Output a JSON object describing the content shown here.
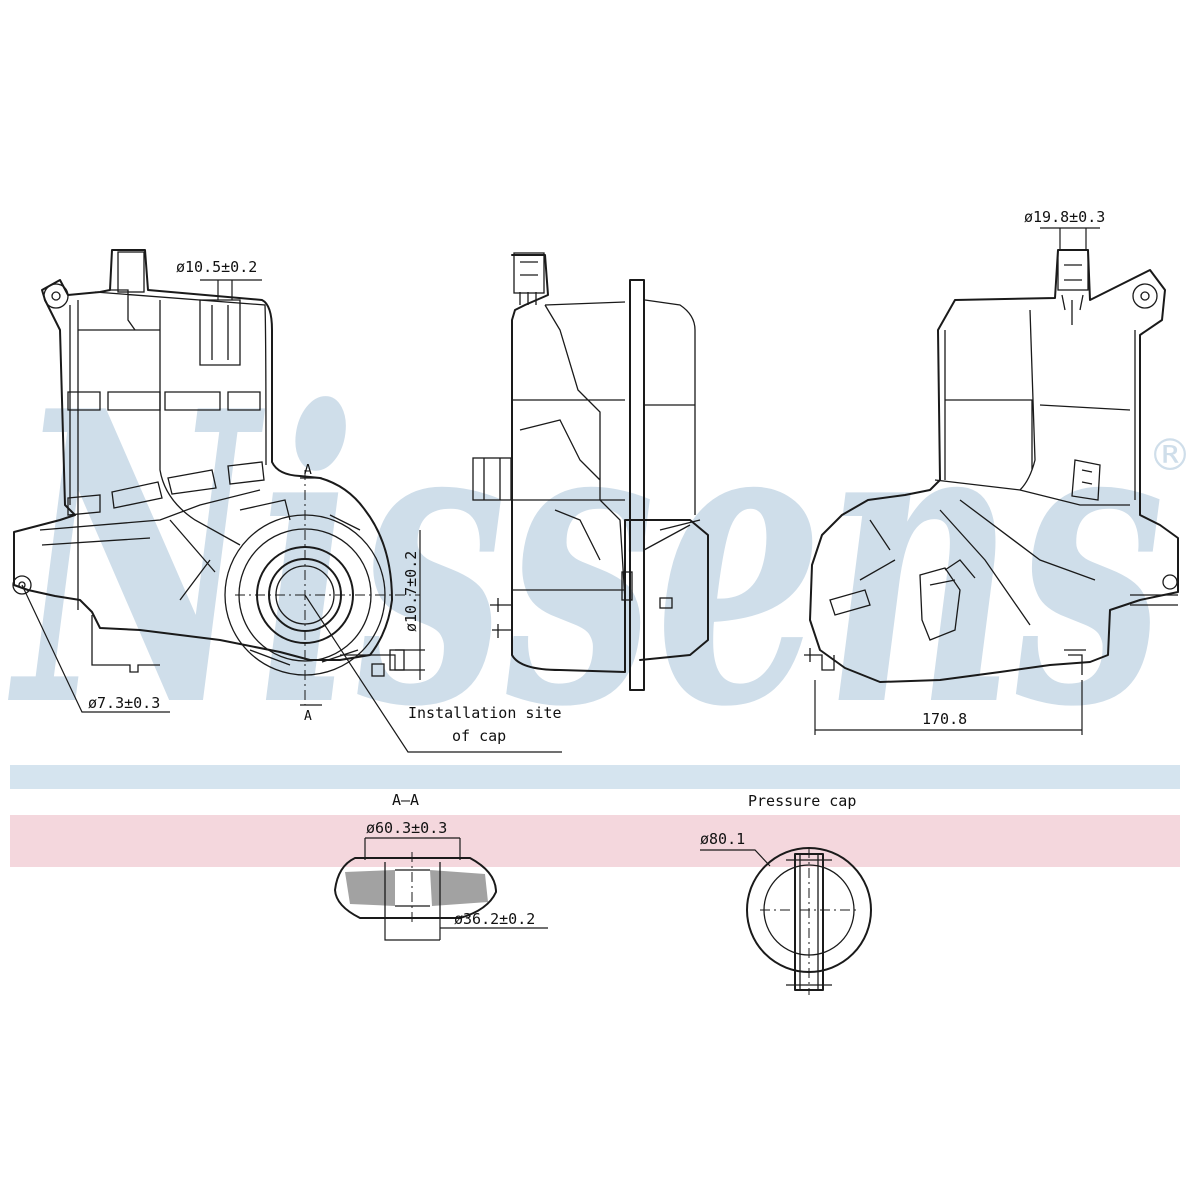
{
  "brand": {
    "watermark": "Nissens",
    "registered_mark": "®",
    "band_top_color": "#d5e4ef",
    "band_bottom_color": "#f4d7dd",
    "watermark_color": "#cfdeea"
  },
  "labels": {
    "dia_10_5": "ø10.5±0.2",
    "dia_19_8": "ø19.8±0.3",
    "dia_10_7": "ø10.7±0.2",
    "dia_7_3": "ø7.3±0.3",
    "installation_1": "Installation site",
    "installation_2": "of cap",
    "section_mark_top": "A",
    "section_mark_bottom": "A",
    "width_170_8": "170.8",
    "section_title": "A–A",
    "dia_60_3": "ø60.3±0.3",
    "dia_36_2": "ø36.2±0.2",
    "pressure_cap_title": "Pressure cap",
    "dia_80_1": "ø80.1"
  }
}
